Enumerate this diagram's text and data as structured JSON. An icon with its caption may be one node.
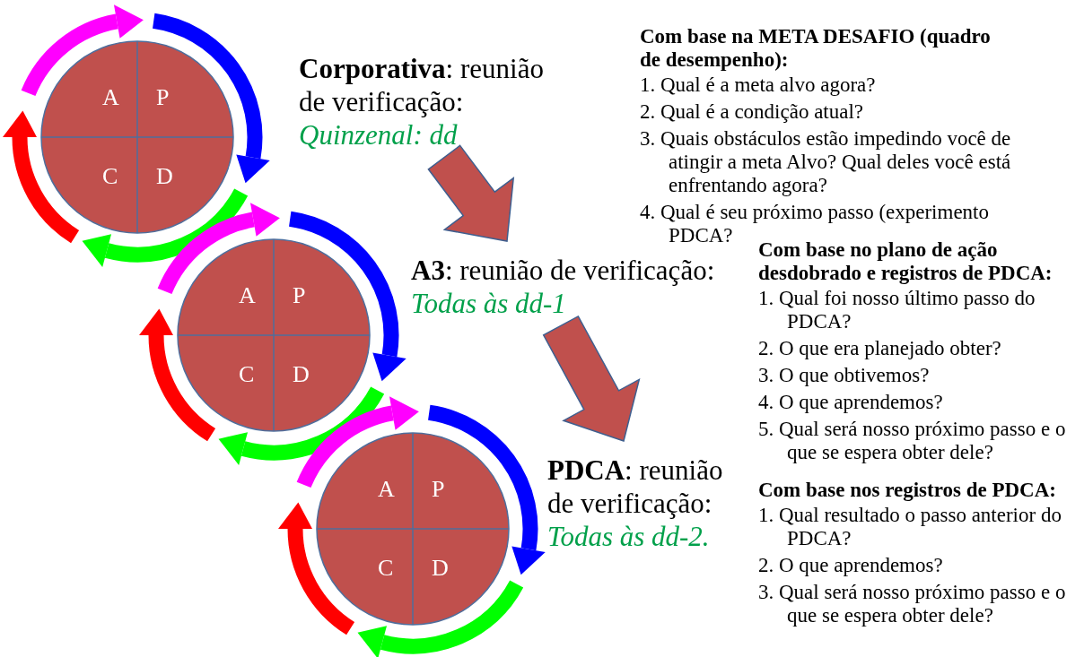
{
  "diagram": {
    "nodes": [
      {
        "text": [
          "A",
          "P",
          "C",
          "D"
        ]
      },
      {
        "text": [
          "**Corporativa**: reunião de verificação:",
          "Quinzenal: dd"
        ]
      },
      {
        "text": [
          "A",
          "P",
          "C",
          "D"
        ]
      },
      {
        "text": [
          "**A3**:  reunião de verificação:",
          "Todas às dd-1"
        ]
      },
      {
        "text": [
          "A",
          "P",
          "C",
          "D"
        ]
      },
      {
        "text": [
          "**PDCA**: reunião de verificação:",
          "Todas às dd-2."
        ]
      }
    ],
    "edges": [
      {
        "from": 1,
        "to": 3,
        "arrow": "to"
      },
      {
        "from": 3,
        "to": 5,
        "arrow": "to"
      }
    ],
    "labels": [
      "Com base na META DESAFIO (quadro de desempenho):",
      "1. Qual é a meta alvo agora?",
      "2. Qual é a condição atual?",
      "3. Quais obstáculos estão impedindo você de atingir a meta Alvo? Qual deles você está enfrentando agora?",
      "4. Qual é seu próximo passo (experimento PDCA?",
      "Com base no plano de ação desdobrado e registros de PDCA:",
      "1. Qual foi nosso último passo do PDCA?",
      "2. O que era planejado obter?",
      "3. O que obtivemos?",
      "4. O que aprendemos?",
      "5. Qual será nosso próximo passo e o que se espera obter dele?",
      "Com base nos registros de PDCA:",
      "1. Qual resultado o passo anterior do PDCA?",
      "2. O que aprendemos?",
      "3. Qual será nosso próximo passo e o que se espera obter dele?"
    ]
  }
}
